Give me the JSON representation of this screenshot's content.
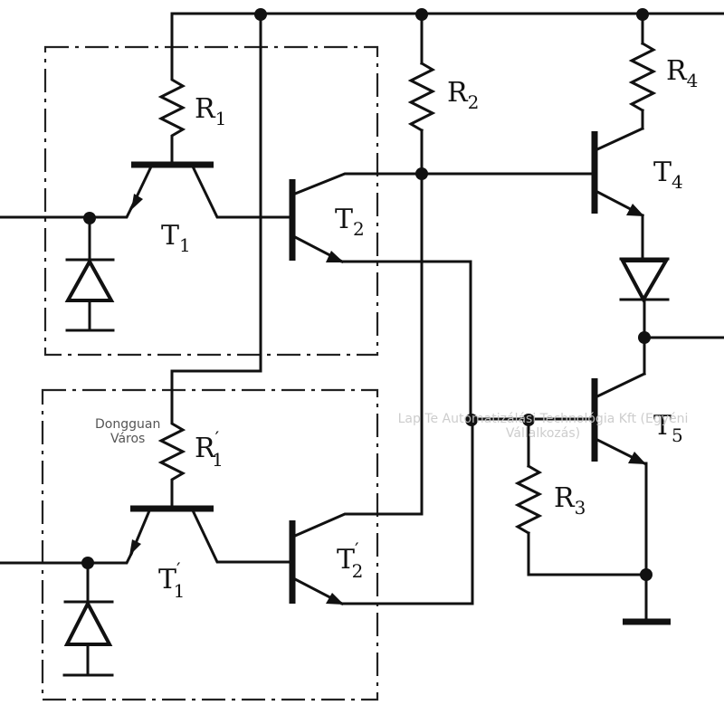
{
  "labels": {
    "R1": {
      "main": "R",
      "sub": "1"
    },
    "R2": {
      "main": "R",
      "sub": "2"
    },
    "R3": {
      "main": "R",
      "sub": "3"
    },
    "R4": {
      "main": "R",
      "sub": "4"
    },
    "R1p": {
      "main": "R",
      "sub": "1",
      "prime": "′"
    },
    "T1": {
      "main": "T",
      "sub": "1"
    },
    "T2": {
      "main": "T",
      "sub": "2"
    },
    "T4": {
      "main": "T",
      "sub": "4"
    },
    "T5": {
      "main": "T",
      "sub": "5"
    },
    "T1p": {
      "main": "T",
      "sub": "1",
      "prime": "′"
    },
    "T2p": {
      "main": "T",
      "sub": "2",
      "prime": "′"
    }
  },
  "watermarks": {
    "left_line1": "Dongguan",
    "left_line2": "Város",
    "right_line1": "Lap Te Automatizálási Technológia Kft (Egyéni",
    "right_line2": "Vállalkozás)"
  }
}
